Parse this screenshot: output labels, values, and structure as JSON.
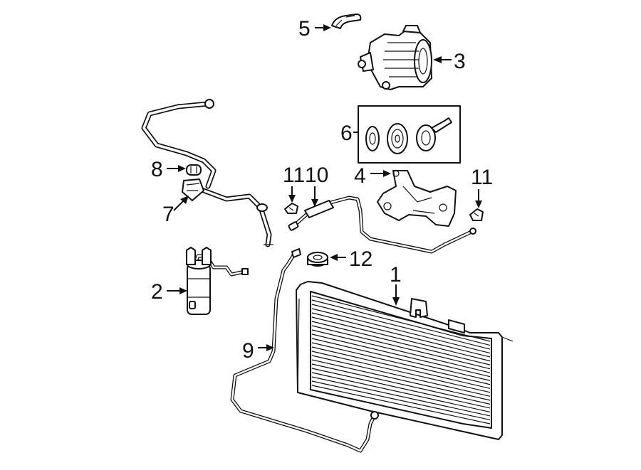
{
  "diagram": {
    "callouts": [
      {
        "id": "1",
        "label": "1"
      },
      {
        "id": "2",
        "label": "2"
      },
      {
        "id": "3",
        "label": "3"
      },
      {
        "id": "4",
        "label": "4"
      },
      {
        "id": "5",
        "label": "5"
      },
      {
        "id": "6",
        "label": "6"
      },
      {
        "id": "7",
        "label": "7"
      },
      {
        "id": "8",
        "label": "8"
      },
      {
        "id": "9",
        "label": "9"
      },
      {
        "id": "10",
        "label": "10"
      },
      {
        "id": "11a",
        "label": "11"
      },
      {
        "id": "11b",
        "label": "11"
      },
      {
        "id": "12",
        "label": "12"
      }
    ],
    "parts": [
      {
        "number": "1",
        "icon": "condenser-icon"
      },
      {
        "number": "2",
        "icon": "receiver-drier-icon"
      },
      {
        "number": "3",
        "icon": "compressor-icon"
      },
      {
        "number": "4",
        "icon": "mounting-bracket-icon"
      },
      {
        "number": "5",
        "icon": "hose-clip-icon"
      },
      {
        "number": "6",
        "icon": "clutch-kit-icon"
      },
      {
        "number": "7",
        "icon": "hose-connector-icon"
      },
      {
        "number": "8",
        "icon": "o-ring-icon"
      },
      {
        "number": "9",
        "icon": "liquid-line-icon"
      },
      {
        "number": "10",
        "icon": "discharge-line-icon"
      },
      {
        "number": "11",
        "icon": "line-clip-icon"
      },
      {
        "number": "12",
        "icon": "seal-washer-icon"
      }
    ]
  },
  "colors": {
    "line": "#111111",
    "background": "#ffffff"
  }
}
